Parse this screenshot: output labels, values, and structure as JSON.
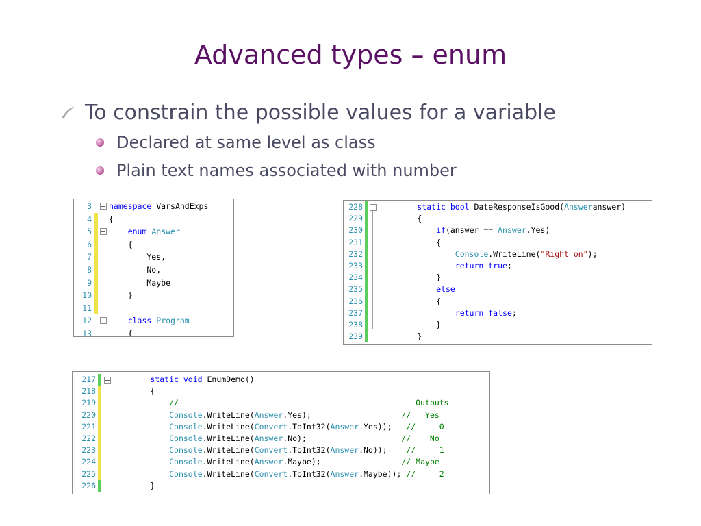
{
  "title": "Advanced types – enum",
  "bullets": {
    "main": "To constrain the possible values for a variable",
    "sub": [
      "Declared at same level as class",
      "Plain text names associated with number"
    ]
  },
  "colors": {
    "title": "#5b1163",
    "body_text": "#4a4a63",
    "keyword": "#0000ff",
    "type": "#2b91af",
    "string": "#a31515",
    "comment": "#008000",
    "change_saved": "#5ccc5c",
    "change_unsaved": "#f0e34a"
  },
  "panels": {
    "namespace": {
      "lines": [
        {
          "n": "3",
          "mark": "none",
          "fold": "minus",
          "code": [
            [
              "kw",
              "namespace"
            ],
            [
              "",
              "VarsAndExps"
            ]
          ]
        },
        {
          "n": "4",
          "mark": "yellow",
          "fold": "",
          "code": [
            [
              "",
              "{"
            ]
          ]
        },
        {
          "n": "5",
          "mark": "yellow",
          "fold": "minus",
          "code": [
            [
              "",
              "    "
            ],
            [
              "kw",
              "enum"
            ],
            [
              "",
              ""
            ],
            [
              "ty",
              "Answer"
            ]
          ]
        },
        {
          "n": "6",
          "mark": "yellow",
          "fold": "",
          "code": [
            [
              "",
              "    {"
            ]
          ]
        },
        {
          "n": "7",
          "mark": "yellow",
          "fold": "",
          "code": [
            [
              "",
              "        Yes,"
            ]
          ]
        },
        {
          "n": "8",
          "mark": "yellow",
          "fold": "",
          "code": [
            [
              "",
              "        No,"
            ]
          ]
        },
        {
          "n": "9",
          "mark": "yellow",
          "fold": "",
          "code": [
            [
              "",
              "        Maybe"
            ]
          ]
        },
        {
          "n": "10",
          "mark": "yellow",
          "fold": "",
          "code": [
            [
              "",
              "    }"
            ]
          ]
        },
        {
          "n": "11",
          "mark": "yellow",
          "fold": "",
          "code": [
            [
              "",
              ""
            ]
          ]
        },
        {
          "n": "12",
          "mark": "none",
          "fold": "minus",
          "code": [
            [
              "",
              "    "
            ],
            [
              "kw",
              "class"
            ],
            [
              "",
              ""
            ],
            [
              "ty",
              "Program"
            ]
          ]
        },
        {
          "n": "13",
          "mark": "none",
          "fold": "",
          "code": [
            [
              "",
              "    {"
            ]
          ]
        }
      ]
    },
    "date_response": {
      "lines": [
        {
          "n": "228",
          "mark": "green",
          "fold": "minus",
          "code": [
            [
              "",
              "        "
            ],
            [
              "kw",
              "static bool"
            ],
            [
              "",
              "DateResponseIsGood("
            ],
            [
              "ty",
              "Answer"
            ],
            [
              "",
              "answer)"
            ]
          ]
        },
        {
          "n": "229",
          "mark": "green",
          "fold": "",
          "code": [
            [
              "",
              "        {"
            ]
          ]
        },
        {
          "n": "230",
          "mark": "green",
          "fold": "",
          "code": [
            [
              "",
              "            "
            ],
            [
              "kw",
              "if"
            ],
            [
              "",
              "(answer == "
            ],
            [
              "ty",
              "Answer"
            ],
            [
              "",
              ".Yes)"
            ]
          ]
        },
        {
          "n": "231",
          "mark": "green",
          "fold": "",
          "code": [
            [
              "",
              "            {"
            ]
          ]
        },
        {
          "n": "232",
          "mark": "green",
          "fold": "",
          "code": [
            [
              "",
              "                "
            ],
            [
              "ty",
              "Console"
            ],
            [
              "",
              ".WriteLine("
            ],
            [
              "st",
              "\"Right on\""
            ],
            [
              "",
              ");"
            ]
          ]
        },
        {
          "n": "233",
          "mark": "green",
          "fold": "",
          "code": [
            [
              "",
              "                "
            ],
            [
              "kw",
              "return true"
            ],
            [
              "",
              ";"
            ]
          ]
        },
        {
          "n": "234",
          "mark": "green",
          "fold": "",
          "code": [
            [
              "",
              "            }"
            ]
          ]
        },
        {
          "n": "235",
          "mark": "green",
          "fold": "",
          "code": [
            [
              "",
              "            "
            ],
            [
              "kw",
              "else"
            ]
          ]
        },
        {
          "n": "236",
          "mark": "green",
          "fold": "",
          "code": [
            [
              "",
              "            {"
            ]
          ]
        },
        {
          "n": "237",
          "mark": "green",
          "fold": "",
          "code": [
            [
              "",
              "                "
            ],
            [
              "kw",
              "return false"
            ],
            [
              "",
              ";"
            ]
          ]
        },
        {
          "n": "238",
          "mark": "green",
          "fold": "",
          "code": [
            [
              "",
              "            }"
            ]
          ]
        },
        {
          "n": "239",
          "mark": "green",
          "fold": "",
          "code": [
            [
              "",
              "        }"
            ]
          ]
        }
      ]
    },
    "enum_demo": {
      "lines": [
        {
          "n": "217",
          "mark": "green",
          "fold": "minus",
          "code": [
            [
              "",
              "        "
            ],
            [
              "kw",
              "static void"
            ],
            [
              "",
              "EnumDemo()"
            ]
          ]
        },
        {
          "n": "218",
          "mark": "yellow",
          "fold": "",
          "code": [
            [
              "",
              "        {"
            ]
          ]
        },
        {
          "n": "219",
          "mark": "yellow",
          "fold": "",
          "code": [
            [
              "",
              "            "
            ],
            [
              "cm",
              "//                                                  Outputs"
            ]
          ]
        },
        {
          "n": "220",
          "mark": "yellow",
          "fold": "",
          "code": [
            [
              "",
              "            "
            ],
            [
              "ty",
              "Console"
            ],
            [
              "",
              ".WriteLine("
            ],
            [
              "ty",
              "Answer"
            ],
            [
              "",
              ".Yes);                   "
            ],
            [
              "cm",
              "//   Yes"
            ]
          ]
        },
        {
          "n": "221",
          "mark": "yellow",
          "fold": "",
          "code": [
            [
              "",
              "            "
            ],
            [
              "ty",
              "Console"
            ],
            [
              "",
              ".WriteLine("
            ],
            [
              "ty",
              "Convert"
            ],
            [
              "",
              ".ToInt32("
            ],
            [
              "ty",
              "Answer"
            ],
            [
              "",
              ".Yes));   "
            ],
            [
              "cm",
              "//     0"
            ]
          ]
        },
        {
          "n": "222",
          "mark": "yellow",
          "fold": "",
          "code": [
            [
              "",
              "            "
            ],
            [
              "ty",
              "Console"
            ],
            [
              "",
              ".WriteLine("
            ],
            [
              "ty",
              "Answer"
            ],
            [
              "",
              ".No);                    "
            ],
            [
              "cm",
              "//    No"
            ]
          ]
        },
        {
          "n": "223",
          "mark": "yellow",
          "fold": "",
          "code": [
            [
              "",
              "            "
            ],
            [
              "ty",
              "Console"
            ],
            [
              "",
              ".WriteLine("
            ],
            [
              "ty",
              "Convert"
            ],
            [
              "",
              ".ToInt32("
            ],
            [
              "ty",
              "Answer"
            ],
            [
              "",
              ".No));    "
            ],
            [
              "cm",
              "//     1"
            ]
          ]
        },
        {
          "n": "224",
          "mark": "yellow",
          "fold": "",
          "code": [
            [
              "",
              "            "
            ],
            [
              "ty",
              "Console"
            ],
            [
              "",
              ".WriteLine("
            ],
            [
              "ty",
              "Answer"
            ],
            [
              "",
              ".Maybe);                 "
            ],
            [
              "cm",
              "// Maybe"
            ]
          ]
        },
        {
          "n": "225",
          "mark": "yellow",
          "fold": "",
          "code": [
            [
              "",
              "            "
            ],
            [
              "ty",
              "Console"
            ],
            [
              "",
              ".WriteLine("
            ],
            [
              "ty",
              "Convert"
            ],
            [
              "",
              ".ToInt32("
            ],
            [
              "ty",
              "Answer"
            ],
            [
              "",
              ".Maybe)); "
            ],
            [
              "cm",
              "//     2"
            ]
          ]
        },
        {
          "n": "226",
          "mark": "green",
          "fold": "",
          "code": [
            [
              "",
              "        }"
            ]
          ]
        }
      ]
    }
  }
}
